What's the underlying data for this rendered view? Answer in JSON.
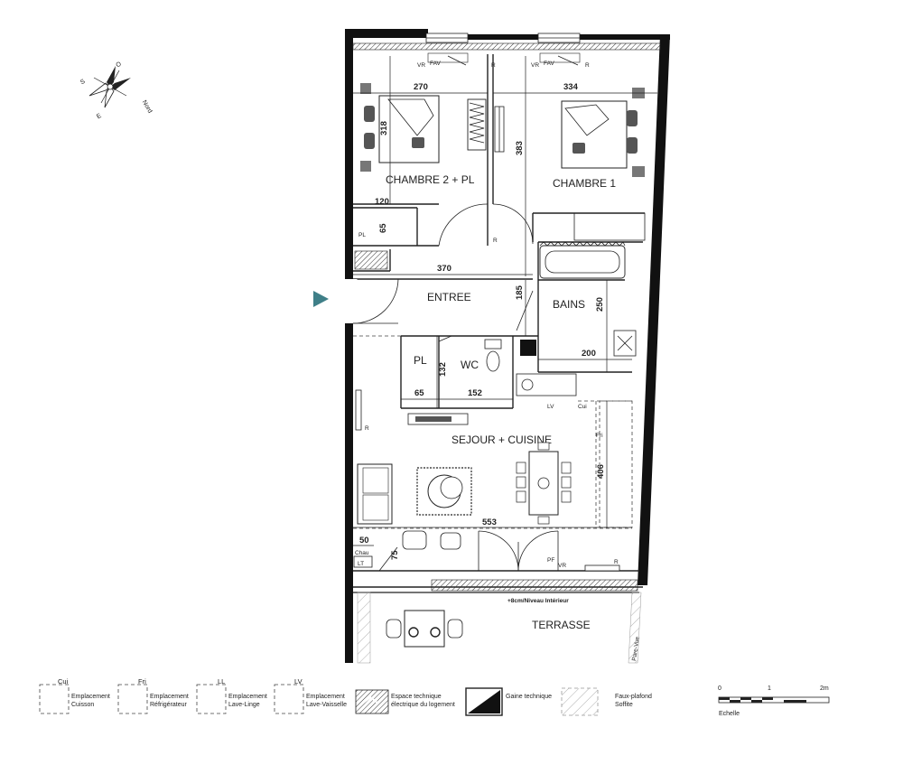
{
  "rooms": {
    "chambre2": "CHAMBRE 2 + PL",
    "chambre1": "CHAMBRE 1",
    "entree": "ENTREE",
    "bains": "BAINS",
    "pl_closet": "PL",
    "wc": "WC",
    "pl_small": "PL",
    "sejour": "SEJOUR + CUISINE",
    "terrasse": "TERRASSE"
  },
  "dimensions": {
    "d270": "270",
    "d334": "334",
    "d318": "318",
    "d383": "383",
    "d120": "120",
    "d65a": "65",
    "d370": "370",
    "d185": "185",
    "d250": "250",
    "d200": "200",
    "d132": "132",
    "d65b": "65",
    "d152": "152",
    "d406": "406",
    "d553": "553",
    "d50": "50",
    "d75": "75"
  },
  "annotations": {
    "vr1": "VR",
    "fav1": "FAV",
    "r1": "R",
    "vr2": "VR",
    "fav2": "FAV",
    "r2": "R",
    "r3": "R",
    "r_bed2": "R",
    "r_sejour": "R",
    "cui": "Cui",
    "fri": "Fri",
    "lv": "LV",
    "chau": "Chau",
    "lt": "LT",
    "pf": "PF",
    "vr3": "VR",
    "r_bottom": "R",
    "niveau": "+8cm/Niveau Intérieur",
    "pare_vue": "Pare-Vue"
  },
  "compass": {
    "s": "S",
    "o": "O",
    "e": "E",
    "nord": "Nord"
  },
  "legend": {
    "cui": {
      "code": "Cui",
      "line1": "Emplacement",
      "line2": "Cuisson"
    },
    "fri": {
      "code": "Fri",
      "line1": "Emplacement",
      "line2": "Réfrigérateur"
    },
    "ll": {
      "code": "LL",
      "line1": "Emplacement",
      "line2": "Lave-Linge"
    },
    "lv": {
      "code": "LV",
      "line1": "Emplacement",
      "line2": "Lave-Vaisselle"
    },
    "espace": {
      "line1": "Espace technique",
      "line2": "électrique du logement"
    },
    "gaine": {
      "line1": "Gaine technique"
    },
    "faux": {
      "line1": "Faux-plafond",
      "line2": "Soffite"
    }
  },
  "scale": {
    "t0": "0",
    "t1": "1",
    "t2": "2m",
    "label": "Echelle"
  },
  "colors": {
    "wall": "#111111",
    "entry_arrow": "#3f7f88",
    "line": "#222222"
  }
}
